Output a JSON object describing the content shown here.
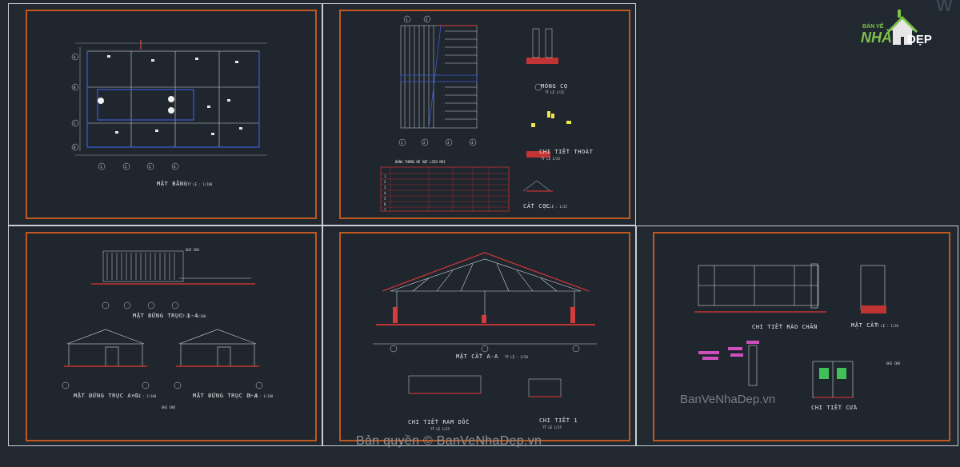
{
  "watermark": {
    "copyright": "Bản quyền © BanVeNhaDep.vn",
    "site": "BanVeNhaDep.vn"
  },
  "logo": {
    "top_text": "BẢN VẼ",
    "brand_left": "NHÀ",
    "brand_right": "ĐẸP"
  },
  "corner_letter": "W",
  "sheets": {
    "floor_plan": {
      "title": "MẶT BẰNG",
      "scale": "TỶ LỆ : 1/100",
      "axes_x": [
        "1",
        "2",
        "3",
        "4"
      ],
      "axes_y": [
        "A",
        "B",
        "C",
        "D"
      ]
    },
    "roof_plan": {
      "axes_top": [
        "1",
        "2"
      ],
      "axes_bottom": [
        "1",
        "2",
        "3",
        "4"
      ],
      "foundation_title": "MÓNG CỌ",
      "foundation_scale": "TỶ LỆ 1/25",
      "detail_title": "CHI TIẾT THOÁT",
      "detail_scale": "TỶ LỆ 1/25",
      "cut_title": "CẮT CỌC",
      "cut_scale": "TỶ LỆ : 1/25",
      "table_title": "BẢNG THỐNG KÊ VẬT LIỆU MÁI",
      "table_rows": [
        "1",
        "2",
        "3",
        "4",
        "5",
        "6",
        "7"
      ]
    },
    "elevations": {
      "front_title": "MẶT ĐỨNG TRỤC 1-4",
      "front_scale": "TỶ LỆ : 1/100",
      "side_a_title": "MẶT ĐỨNG TRỤC A-D",
      "side_a_scale": "TỶ LỆ : 1/100",
      "side_b_title": "MẶT ĐỨNG TRỤC D-A",
      "side_b_scale": "TỶ LỆ : 1/100",
      "note_label": "GHI CHÚ"
    },
    "section": {
      "main_title": "MẶT CẮT A-A",
      "main_scale": "TỶ LỆ : 1/50",
      "detail1_title": "CHI TIẾT RAM DỐC",
      "detail1_scale": "TỶ LỆ 1/25",
      "detail2_title": "CHI TIẾT 1",
      "detail2_scale": "TỶ LỆ 1/25"
    },
    "fence": {
      "fence_title": "CHI TIẾT RÀO CHẮN",
      "foundation_title": "MẶT CẮT",
      "foundation_scale": "TỶ LỆ : 1/20",
      "door_title": "CHI TIẾT CỬA",
      "note_label": "GHI CHÚ"
    }
  }
}
